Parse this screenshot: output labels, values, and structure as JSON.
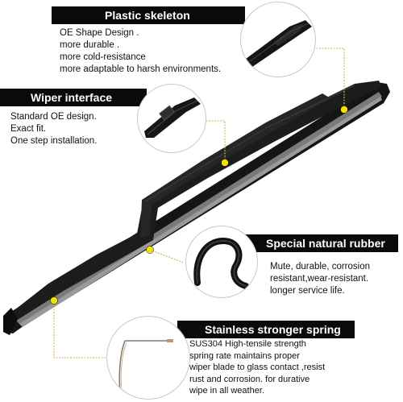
{
  "callouts": {
    "plastic_skeleton": {
      "title": "Plastic skeleton",
      "lines": [
        "OE Shape Design .",
        "more durable .",
        "more cold-resistance",
        "more adaptable to harsh environments."
      ]
    },
    "wiper_interface": {
      "title": "Wiper interface",
      "lines": [
        "Standard OE design.",
        "Exact fit.",
        "One step installation."
      ]
    },
    "rubber": {
      "title": "Special natural rubber",
      "lines": [
        "Mute, durable, corrosion",
        "resistant,wear-resistant.",
        "longer service life."
      ]
    },
    "spring": {
      "title": "Stainless stronger spring",
      "lines": [
        "SUS304 High-tensile strength",
        "spring rate maintains proper",
        "wiper blade to glass contact ,resist",
        "rust and corrosion. for durative",
        "wipe in all weather."
      ]
    }
  },
  "colors": {
    "banner_bg": "#0a0a0a",
    "banner_text": "#ffffff",
    "marker_yellow": "#f5e100",
    "leader_line": "#d9b04a",
    "blade_black": "#141414",
    "metal_strip": "#6f6f6f"
  }
}
